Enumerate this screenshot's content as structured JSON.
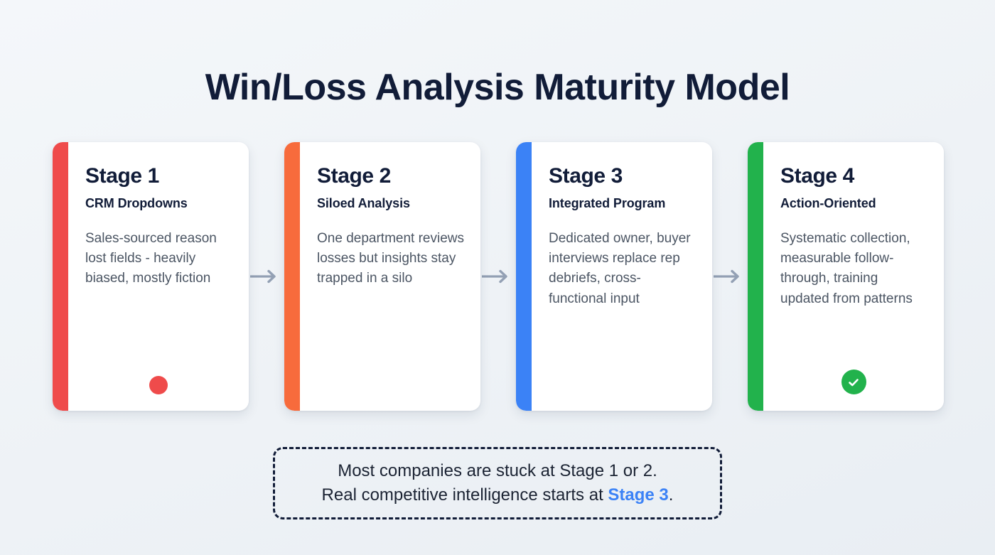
{
  "title": "Win/Loss Analysis Maturity Model",
  "colors": {
    "background_start": "#f4f7fa",
    "background_end": "#e9eef3",
    "title": "#111c38",
    "body_text": "#4b5563",
    "arrow": "#93a0b4",
    "stage1_accent": "#ef4b4b",
    "stage2_accent": "#f76b3c",
    "stage3_accent": "#3b82f6",
    "stage4_accent": "#22b24c",
    "highlight": "#3b82f6"
  },
  "stages": [
    {
      "heading": "Stage 1",
      "subtitle": "CRM Dropdowns",
      "body": "Sales-sourced reason lost fields - heavily biased, mostly fiction",
      "accent": "#ef4b4b",
      "indicator": "dot",
      "indicator_color": "#ef4b4b"
    },
    {
      "heading": "Stage 2",
      "subtitle": "Siloed Analysis",
      "body": "One department reviews losses but insights stay trapped in a silo",
      "accent": "#f76b3c",
      "indicator": "none",
      "indicator_color": ""
    },
    {
      "heading": "Stage 3",
      "subtitle": "Integrated Program",
      "body": "Dedicated owner, buyer interviews replace rep debriefs, cross-functional input",
      "accent": "#3b82f6",
      "indicator": "none",
      "indicator_color": ""
    },
    {
      "heading": "Stage 4",
      "subtitle": "Action-Oriented",
      "body": "Systematic collection, measurable follow-through, training updated from patterns",
      "accent": "#22b24c",
      "indicator": "check",
      "indicator_color": "#22b24c"
    }
  ],
  "connectors": [
    {
      "label": "arrow-right-icon"
    },
    {
      "label": "arrow-right-icon"
    },
    {
      "label": "arrow-right-icon"
    }
  ],
  "footnote": {
    "line1": "Most companies are stuck at Stage 1 or 2.",
    "line2_prefix": "Real competitive intelligence starts at ",
    "line2_highlight": "Stage 3",
    "line2_suffix": "."
  }
}
